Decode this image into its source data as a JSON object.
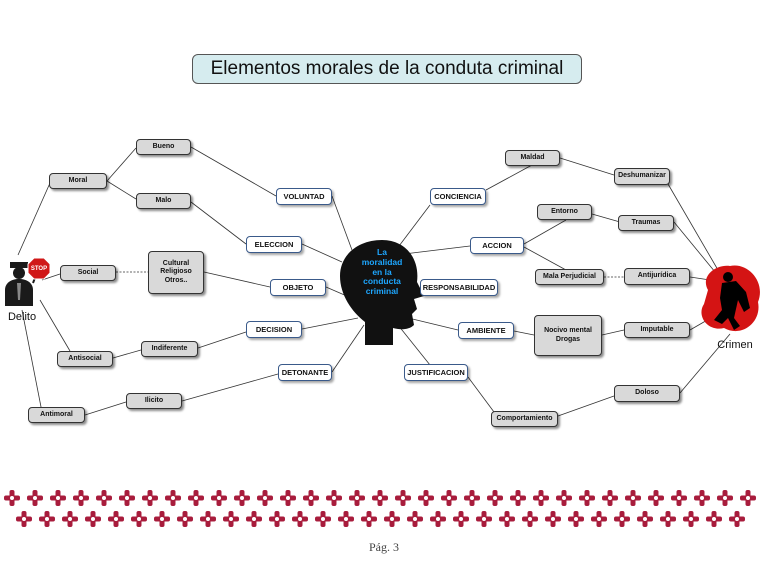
{
  "title": "Elementos morales de la conduta criminal",
  "center": {
    "text": "La\nmoralidad\nen la\nconducta\ncriminal",
    "color": "#1ea7ff"
  },
  "left_label": "Delito",
  "right_label": "Crimen",
  "stop_sign": "STOP",
  "page_number": "Pág. 3",
  "colors": {
    "footer_pattern": "#a81c3c",
    "title_bg": "#d6ecef",
    "node_gray": "#d9d9d9"
  },
  "concepts": {
    "voluntad": "VOLUNTAD",
    "eleccion": "ELECCION",
    "objeto": "OBJETO",
    "decision": "DECISION",
    "detonante": "DETONANTE",
    "conciencia": "CONCIENCIA",
    "accion": "ACCION",
    "responsabilidad": "RESPONSABILIDAD",
    "ambiente": "AMBIENTE",
    "justificacion": "JUSTIFICACION"
  },
  "nodes": {
    "bueno": "Bueno",
    "moral": "Moral",
    "malo": "Malo",
    "social": "Social",
    "cultural": "Cultural\nReligioso\nOtros..",
    "antisocial": "Antisocial",
    "indiferente": "Indiferente",
    "antimoral": "Antimoral",
    "ilicito": "Ilicito",
    "maldad": "Maldad",
    "deshumanizar": "Deshumanizar",
    "entorno": "Entorno",
    "traumas": "Traumas",
    "mala_perjudicial": "Mala Perjudicial",
    "antijuridica": "Antijurídica",
    "nocivo": "Nocivo mental\nDrogas",
    "imputable": "Imputable",
    "doloso": "Doloso",
    "comportamiento": "Comportamiento"
  }
}
